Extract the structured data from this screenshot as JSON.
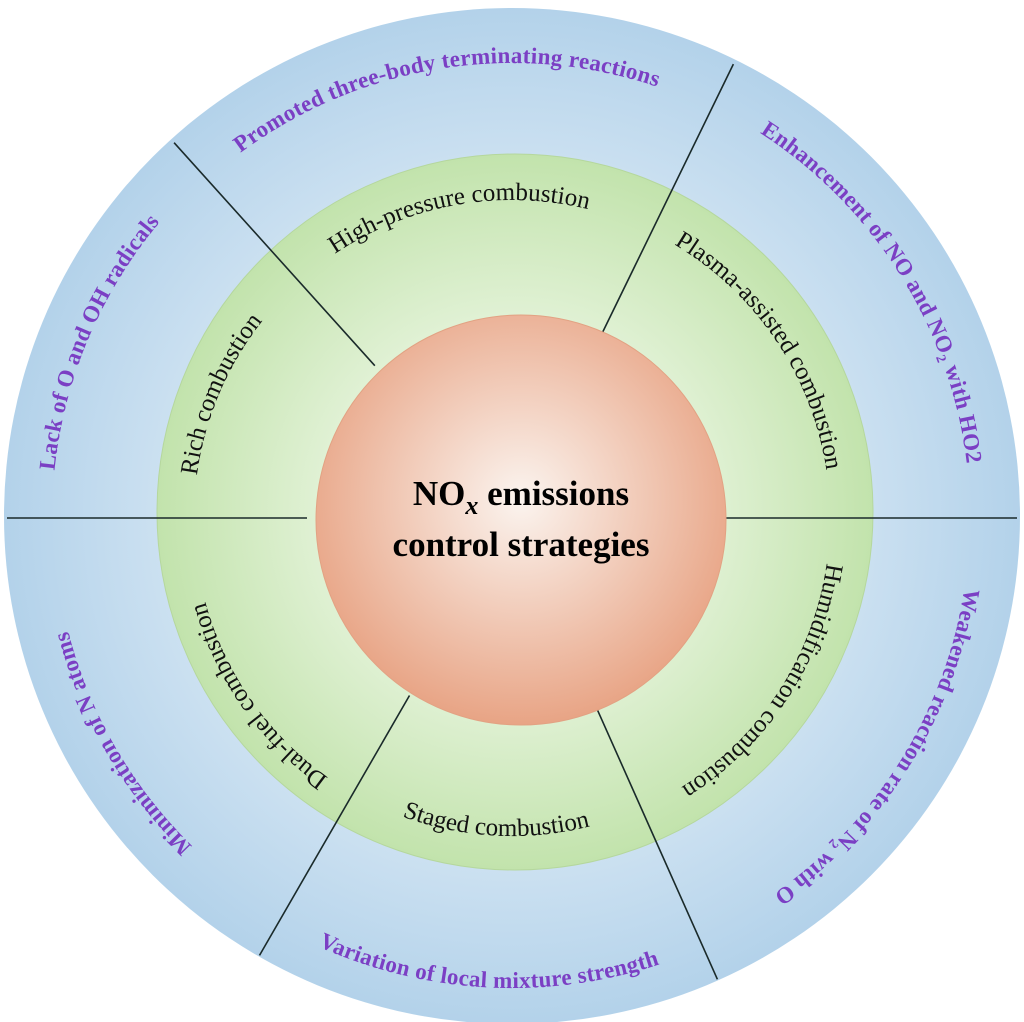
{
  "title": {
    "line1_main": "NO",
    "line1_sub": "x",
    "line1_rest": " emissions",
    "line2": "control strategies"
  },
  "strategies": [
    {
      "id": "high-pressure",
      "label": "High-pressure combustion"
    },
    {
      "id": "plasma-assisted",
      "label": "Plasma-assisted combustion"
    },
    {
      "id": "humidification",
      "label": "Humidification combustion"
    },
    {
      "id": "staged",
      "label": "Staged combustion"
    },
    {
      "id": "dual-fuel",
      "label": "Dual-fuel combustion"
    },
    {
      "id": "rich",
      "label": "Rich combustion"
    }
  ],
  "mechanisms": [
    {
      "id": "three-body",
      "label": "Promoted three-body terminating reactions"
    },
    {
      "id": "no-no2-ho2",
      "label": "Enhancement  of NO and NO₂ with HO2"
    },
    {
      "id": "n2-o",
      "label": "Weakened reaction rate of N₂ with O"
    },
    {
      "id": "mixture",
      "label": "Variation of local mixture strength"
    },
    {
      "id": "n-atoms",
      "label": "Minimization of N atoms"
    },
    {
      "id": "o-oh",
      "label": "Lack of O and OH radicals"
    }
  ],
  "colors": {
    "outer_ring": "#b7d4ec",
    "middle_ring": "#c6e5b2",
    "center": "#eaa98b",
    "mechanism_text": "#7b3fc4"
  }
}
